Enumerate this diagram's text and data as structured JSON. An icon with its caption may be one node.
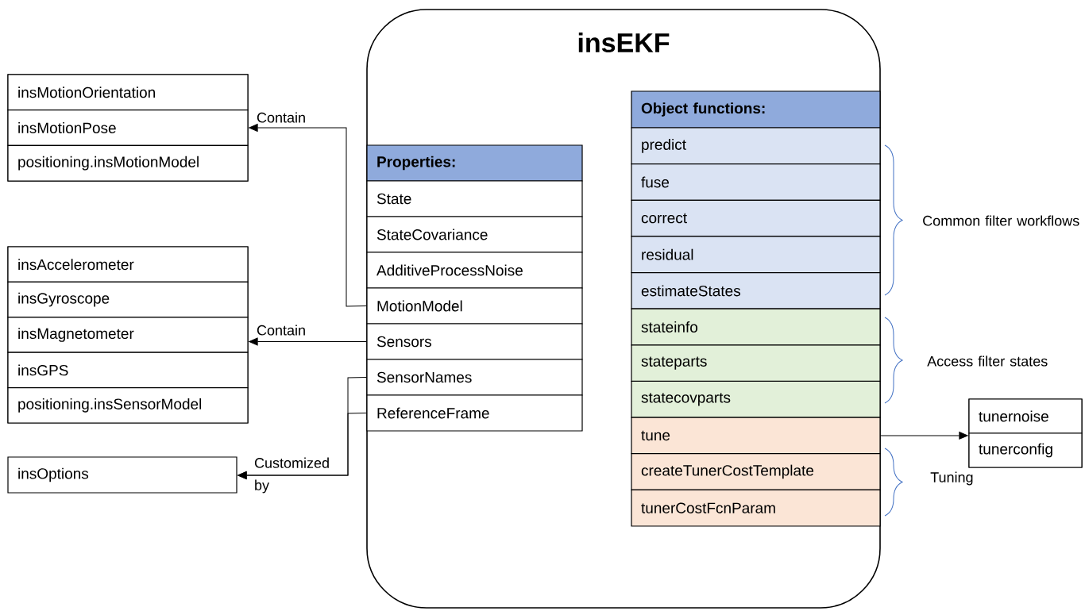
{
  "diagram": {
    "nodes": [
      {
        "text": [
          "insEKF"
        ]
      },
      {
        "text": [
          "Properties:"
        ],
        "in": 0
      },
      {
        "text": [
          "State"
        ],
        "in": 0
      },
      {
        "text": [
          "StateCovariance"
        ],
        "in": 0
      },
      {
        "text": [
          "AdditiveProcessNoise"
        ],
        "in": 0
      },
      {
        "text": [
          "MotionModel"
        ],
        "in": 0
      },
      {
        "text": [
          "Sensors"
        ],
        "in": 0
      },
      {
        "text": [
          "SensorNames"
        ],
        "in": 0
      },
      {
        "text": [
          "ReferenceFrame"
        ],
        "in": 0
      },
      {
        "text": [
          "Object functions:"
        ],
        "in": 0
      },
      {
        "text": [
          "predict"
        ],
        "in": 0
      },
      {
        "text": [
          "fuse"
        ],
        "in": 0
      },
      {
        "text": [
          "correct"
        ],
        "in": 0
      },
      {
        "text": [
          "residual"
        ],
        "in": 0
      },
      {
        "text": [
          "estimateStates"
        ],
        "in": 0
      },
      {
        "text": [
          "stateinfo"
        ],
        "in": 0
      },
      {
        "text": [
          "stateparts"
        ],
        "in": 0
      },
      {
        "text": [
          "statecovparts"
        ],
        "in": 0
      },
      {
        "text": [
          "tune"
        ],
        "in": 0
      },
      {
        "text": [
          "createTunerCostTemplate"
        ],
        "in": 0
      },
      {
        "text": [
          "tunerCostFcnParam"
        ],
        "in": 0
      },
      {
        "text": [],
        "shape": "box"
      },
      {
        "text": [
          "insMotionOrientation"
        ],
        "in": 21
      },
      {
        "text": [
          "insMotionPose"
        ],
        "in": 21
      },
      {
        "text": [
          "positioning.insMotionModel"
        ],
        "in": 21
      },
      {
        "text": [],
        "shape": "box"
      },
      {
        "text": [
          "insAccelerometer"
        ],
        "in": 25
      },
      {
        "text": [
          "insGyroscope"
        ],
        "in": 25
      },
      {
        "text": [
          "insMagnetometer"
        ],
        "in": 25
      },
      {
        "text": [
          "insGPS"
        ],
        "in": 25
      },
      {
        "text": [
          "positioning.insSensorModel"
        ],
        "in": 25
      },
      {
        "text": [
          "insOptions"
        ]
      },
      {
        "text": [],
        "shape": "box"
      },
      {
        "text": [
          "tunernoise"
        ],
        "in": 32
      },
      {
        "text": [
          "tunerconfig"
        ],
        "in": 32
      }
    ],
    "edges": [
      {
        "from": 5,
        "to": 21,
        "arrow": "to",
        "label": "Contain"
      },
      {
        "from": 6,
        "to": 25,
        "arrow": "to",
        "label": "Contain"
      },
      {
        "from": 7,
        "to": 31,
        "arrow": "to",
        "label": "Customized by"
      },
      {
        "from": 8,
        "to": 31,
        "arrow": "to"
      },
      {
        "from": 18,
        "to": 32,
        "arrow": "to"
      }
    ],
    "labels": [
      "Common filter workflows",
      "Access filter states",
      "Tuning"
    ]
  }
}
